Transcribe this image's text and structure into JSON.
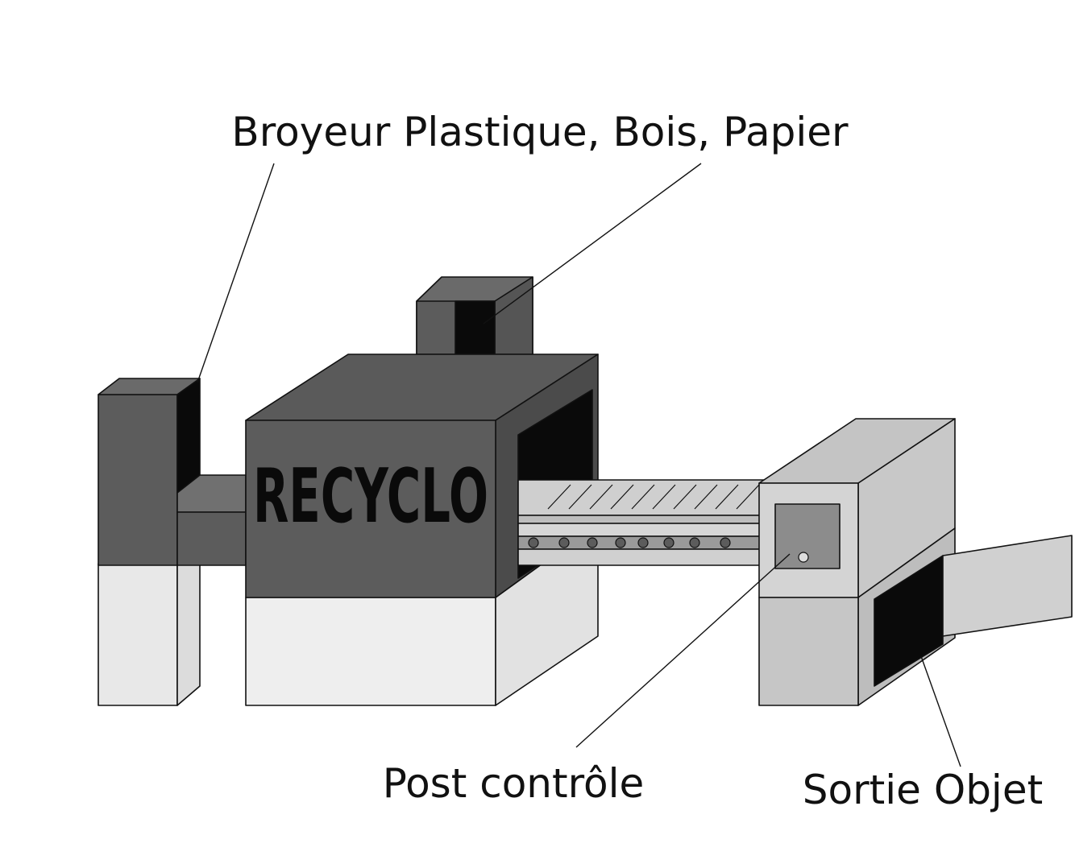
{
  "labels": {
    "shredder": "Broyeur Plastique, Bois, Papier",
    "brand": "RECYCLO",
    "control": "Post contrôle",
    "output": "Sortie Objet"
  },
  "colors": {
    "dark": "#5c5c5c",
    "darker": "#4b4b4b",
    "mid": "#8c8c8c",
    "light": "#c8c8c8",
    "lighter": "#e8e8e8",
    "opening": "#0a0a0a",
    "outline": "#111111"
  }
}
